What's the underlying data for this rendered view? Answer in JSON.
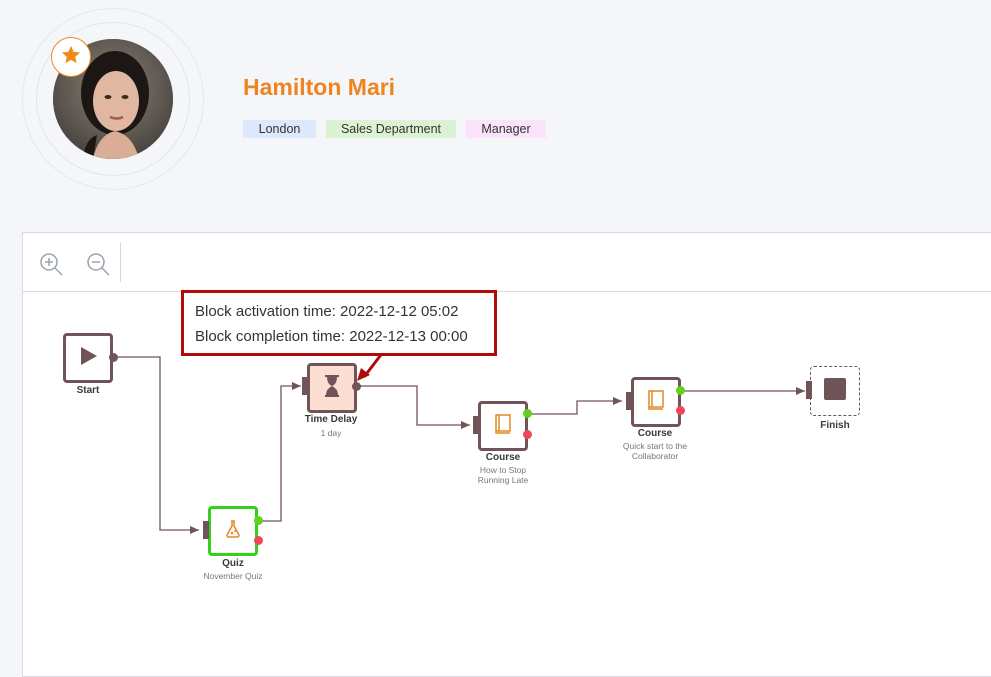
{
  "profile": {
    "name": "Hamilton Mari",
    "badge_icon": "star-icon",
    "accent_color": "#ee8421",
    "tags": [
      {
        "label": "London",
        "color": "#dce8fb"
      },
      {
        "label": "Sales Department",
        "color": "#dcf3d3"
      },
      {
        "label": "Manager",
        "color": "#fbe3fb"
      }
    ]
  },
  "toolbar": {
    "zoom_in_icon": "zoom-in-icon",
    "zoom_out_icon": "zoom-out-icon"
  },
  "tooltip": {
    "activation": "Block activation time: 2022-12-12 05:02",
    "completion": "Block completion time: 2022-12-13 00:00"
  },
  "flow": {
    "nodes": [
      {
        "id": "start",
        "title": "Start",
        "subtitle": "",
        "icon": "play-icon"
      },
      {
        "id": "quiz",
        "title": "Quiz",
        "subtitle": "November Quiz",
        "icon": "flask-icon"
      },
      {
        "id": "delay",
        "title": "Time Delay",
        "subtitle": "1 day",
        "icon": "hourglass-icon"
      },
      {
        "id": "course1",
        "title": "Course",
        "subtitle": "How to Stop Running Late",
        "icon": "book-icon"
      },
      {
        "id": "course2",
        "title": "Course",
        "subtitle": "Quick start to the Collaborator",
        "icon": "book-icon"
      },
      {
        "id": "finish",
        "title": "Finish",
        "subtitle": "",
        "icon": "stop-icon"
      }
    ],
    "colors": {
      "node_border": "#705457",
      "quiz_border": "#33d11a",
      "delay_fill": "#fcded2",
      "success_port": "#5fd11f",
      "fail_port": "#f0475a",
      "tooltip_border": "#b00b0b"
    }
  }
}
